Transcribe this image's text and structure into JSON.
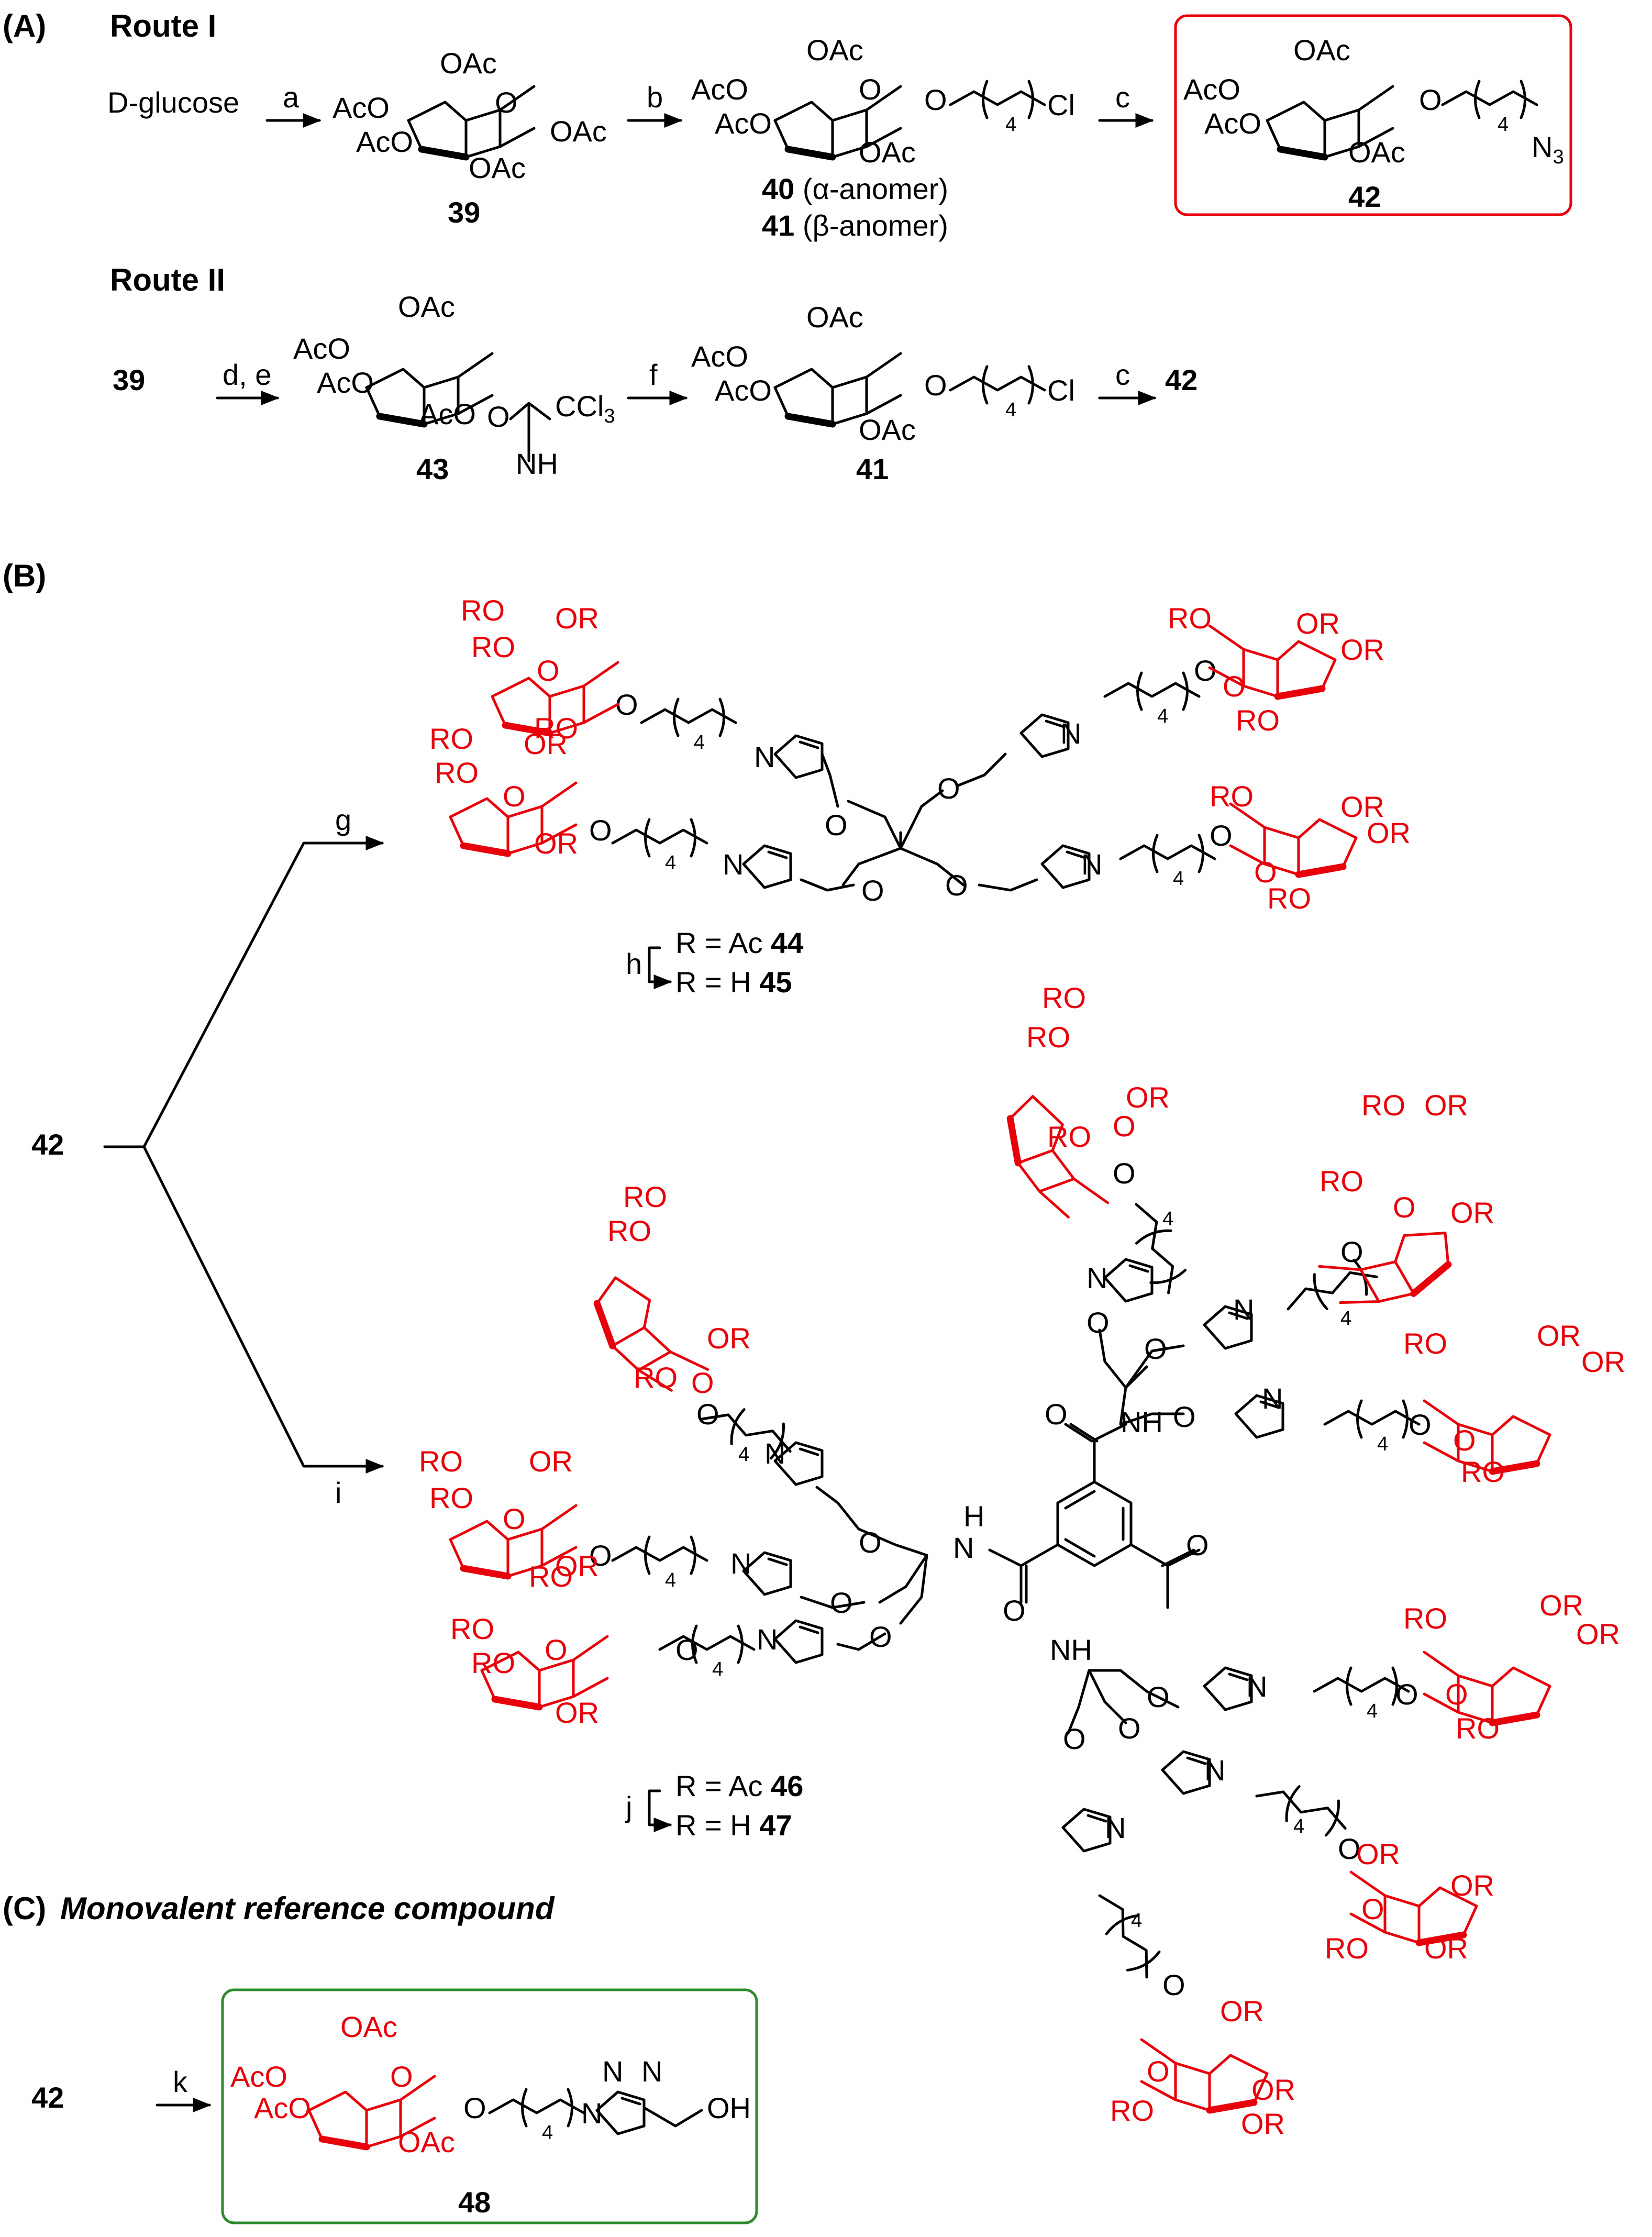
{
  "headers": {
    "A": "(A)",
    "route1": "Route I",
    "route2": "Route II",
    "B": "(B)",
    "C": "(C)",
    "C_title": "Monovalent reference compound"
  },
  "reagents": {
    "a": "a",
    "b": "b",
    "c": "c",
    "de": "d, e",
    "f": "f",
    "g": "g",
    "h": "h",
    "i": "i",
    "j": "j",
    "k": "k"
  },
  "substituents": {
    "OAc": "OAc",
    "AcO": "AcO",
    "OR": "OR",
    "RO": "RO",
    "O": "O",
    "N": "N",
    "NH": "NH",
    "H": "H",
    "Cl": "Cl",
    "N3": "N",
    "N3_sub": "3",
    "CCl3": "CCl",
    "CCl3_sub": "3",
    "OH": "OH",
    "four": "4"
  },
  "route1": {
    "start": "D-glucose",
    "c39": "39",
    "c40_num": "40",
    "c40_text": " (α-anomer)",
    "c41_num": "41",
    "c41_text": " (β-anomer)",
    "c42": "42"
  },
  "route2": {
    "start": "39",
    "c43": "43",
    "c41": "41",
    "product": "42"
  },
  "partB": {
    "start": "42",
    "r44_prefix": "R = Ac ",
    "r44_num": "44",
    "r45_prefix": "R = H ",
    "r45_num": "45",
    "r46_prefix": "R = Ac ",
    "r46_num": "46",
    "r47_prefix": "R = H ",
    "r47_num": "47"
  },
  "partC": {
    "start": "42",
    "c48": "48"
  },
  "colors": {
    "sugar": "#e8000b",
    "box42": "#e8000b",
    "box48": "#2e8b2e",
    "ink": "#000000"
  }
}
